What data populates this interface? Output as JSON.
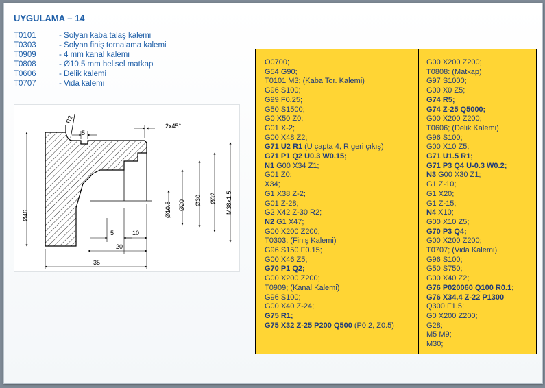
{
  "title": "UYGULAMA – 14",
  "tools": [
    {
      "code": "T0101",
      "desc": "- Solyan kaba talaş kalemi"
    },
    {
      "code": "T0303",
      "desc": "- Solyan finiş tornalama kalemi"
    },
    {
      "code": "T0909",
      "desc": "- 4 mm kanal kalemi"
    },
    {
      "code": "T0808",
      "desc": "- Ø10.5  mm helisel matkap"
    },
    {
      "code": "T0606",
      "desc": "- Delik kalemi"
    },
    {
      "code": "T0707",
      "desc": "- Vida kalemi"
    }
  ],
  "drawing": {
    "labels": {
      "r2": "R2",
      "d5_top": "5",
      "chamfer": "2x45°",
      "d46": "Ø46",
      "d10_5": "Ø10.5",
      "d20": "Ø20",
      "d30": "Ø30",
      "d32": "Ø32",
      "m38": "M38x1.5",
      "l5": "5",
      "l10": "10",
      "l20": "20",
      "l35": "35"
    }
  },
  "program": {
    "left": [
      {
        "text": "O0700;"
      },
      {
        "text": "G54 G90;"
      },
      {
        "text": "T0101 M3; (Kaba Tor. Kalemi)"
      },
      {
        "text": "G96 S100;"
      },
      {
        "text": "G99 F0.25;"
      },
      {
        "text": "G50 S1500;"
      },
      {
        "text": "G0 X50 Z0;"
      },
      {
        "text": "G01 X-2;"
      },
      {
        "text": "G00 X48 Z2;"
      },
      {
        "bold": "G71 U2 R1",
        "text": " (U çapta 4, R geri çıkış)"
      },
      {
        "bold": "G71 P1 Q2 U0.3 W0.15;",
        "text": ""
      },
      {
        "bold": "N1",
        "text": " G00 X34 Z1;"
      },
      {
        "text": "G01 Z0;"
      },
      {
        "text": "X34;"
      },
      {
        "text": "G1 X38 Z-2;"
      },
      {
        "text": "G01 Z-28;"
      },
      {
        "text": "G2 X42 Z-30 R2;"
      },
      {
        "bold": "N2",
        "text": " G1 X47;"
      },
      {
        "text": "G00 X200 Z200;"
      },
      {
        "text": "T0303; (Finiş Kalemi)"
      },
      {
        "text": "G96 S150 F0.15;"
      },
      {
        "text": "G00 X46 Z5;"
      },
      {
        "bold": "G70 P1 Q2;",
        "text": ""
      },
      {
        "text": "G00 X200 Z200;"
      },
      {
        "text": "T0909; (Kanal Kalemi)"
      },
      {
        "text": "G96 S100;"
      },
      {
        "text": "G00 X40 Z-24;"
      },
      {
        "bold": "G75  R1;",
        "text": ""
      },
      {
        "bold": "G75 X32 Z-25 P200 Q500",
        "text": " (P0.2, Z0.5)"
      }
    ],
    "right": [
      {
        "text": "G00 X200 Z200;"
      },
      {
        "text": "T0808: (Matkap)"
      },
      {
        "text": "G97 S1000;"
      },
      {
        "text": "G00 X0 Z5;"
      },
      {
        "bold": "G74 R5;",
        "text": ""
      },
      {
        "bold": "G74 Z-25 Q5000;",
        "text": ""
      },
      {
        "text": "G00 X200 Z200;"
      },
      {
        "text": "T0606; (Delik Kalemi)"
      },
      {
        "text": "G96 S100;"
      },
      {
        "text": "G00 X10 Z5;"
      },
      {
        "bold": "G71 U1.5 R1;",
        "text": ""
      },
      {
        "bold": "G71 P3 Q4 U-0.3 W0.2;",
        "text": ""
      },
      {
        "bold": "N3",
        "text": " G00 X30 Z1;"
      },
      {
        "text": "G1 Z-10;"
      },
      {
        "text": "G1 X20;"
      },
      {
        "text": "G1 Z-15;"
      },
      {
        "bold": "N4",
        "text": " X10;"
      },
      {
        "text": "G00 X10 Z5;"
      },
      {
        "bold": "G70 P3 Q4;",
        "text": ""
      },
      {
        "text": "G00 X200 Z200;"
      },
      {
        "text": "T0707; (Vida Kalemi)"
      },
      {
        "text": "G96 S100;"
      },
      {
        "text": "G50 S750;"
      },
      {
        "text": "G00 X40 Z2;"
      },
      {
        "bold": "G76 P020060 Q100 R0.1;",
        "text": ""
      },
      {
        "bold": "G76 X34.4 Z-22 P1300",
        "text": ""
      },
      {
        "text": "Q300 F1.5;"
      },
      {
        "text": "G0 X200 Z200;"
      },
      {
        "text": "G28;"
      },
      {
        "text": "M5 M9;"
      },
      {
        "text": "M30;"
      }
    ]
  }
}
